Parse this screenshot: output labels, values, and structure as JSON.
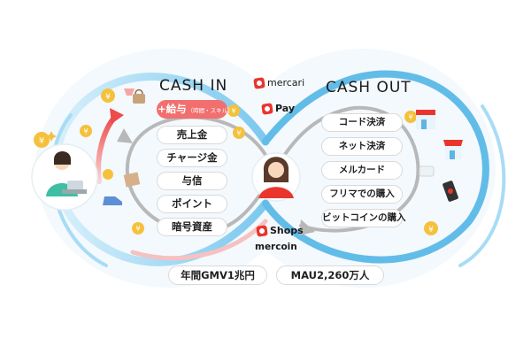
{
  "cash_in": {
    "title": "CASH IN",
    "items": [
      {
        "label": "+給与",
        "sub": "（時間・スキル）"
      },
      {
        "label": "売上金"
      },
      {
        "label": "チャージ金"
      },
      {
        "label": "与信"
      },
      {
        "label": "ポイント"
      },
      {
        "label": "暗号資産"
      }
    ]
  },
  "cash_out": {
    "title": "CASH OUT",
    "items": [
      {
        "label": "コード決済"
      },
      {
        "label": "ネット決済"
      },
      {
        "label": "メルカード"
      },
      {
        "label": "フリマでの購入"
      },
      {
        "label": "ビットコインの購入"
      }
    ]
  },
  "brands": {
    "mercari": "mercari",
    "pay": "Pay",
    "shops": "Shops",
    "mercoin": "mercoin"
  },
  "stats": {
    "gmv": "年間GMV1兆円",
    "mau": "MAU2,260万人"
  },
  "colors": {
    "outer_ring": "#8fd3f4",
    "inner_ring": "#bdbdbd",
    "accent_red": "#ea352d",
    "highlight_pink": "#f26f6f",
    "coin": "#f5c13d"
  },
  "icons": [
    "person-worker-icon",
    "person-woman-icon",
    "coin-icon",
    "store-icon",
    "shop-icon",
    "phone-icon",
    "card-icon",
    "handbag-icon",
    "sneaker-icon",
    "box-icon",
    "basket-icon"
  ]
}
